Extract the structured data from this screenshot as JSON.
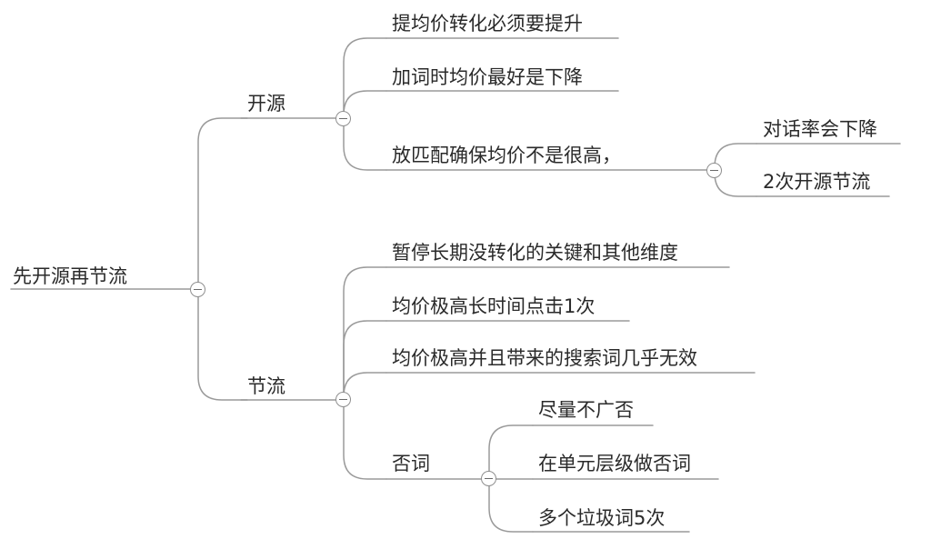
{
  "mindmap": {
    "root": {
      "label": "先开源再节流"
    },
    "branches": [
      {
        "label": "开源",
        "children": [
          {
            "label": "提均价转化必须要提升"
          },
          {
            "label": "加词时均价最好是下降"
          },
          {
            "label": "放匹配确保均价不是很高，",
            "children": [
              {
                "label": "对话率会下降"
              },
              {
                "label": "2次开源节流"
              }
            ]
          }
        ]
      },
      {
        "label": "节流",
        "children": [
          {
            "label": "暂停长期没转化的关键和其他维度"
          },
          {
            "label": "均价极高长时间点击1次"
          },
          {
            "label": "均价极高并且带来的搜索词几乎无效"
          },
          {
            "label": "否词",
            "children": [
              {
                "label": "尽量不广否"
              },
              {
                "label": "在单元层级做否词"
              },
              {
                "label": "多个垃圾词5次"
              }
            ]
          }
        ]
      }
    ]
  },
  "style": {
    "line_color": "#9a9a9a",
    "text_color": "#2a2a2a",
    "background": "#ffffff"
  },
  "icons": {
    "toggle": "collapse-minus-icon"
  }
}
